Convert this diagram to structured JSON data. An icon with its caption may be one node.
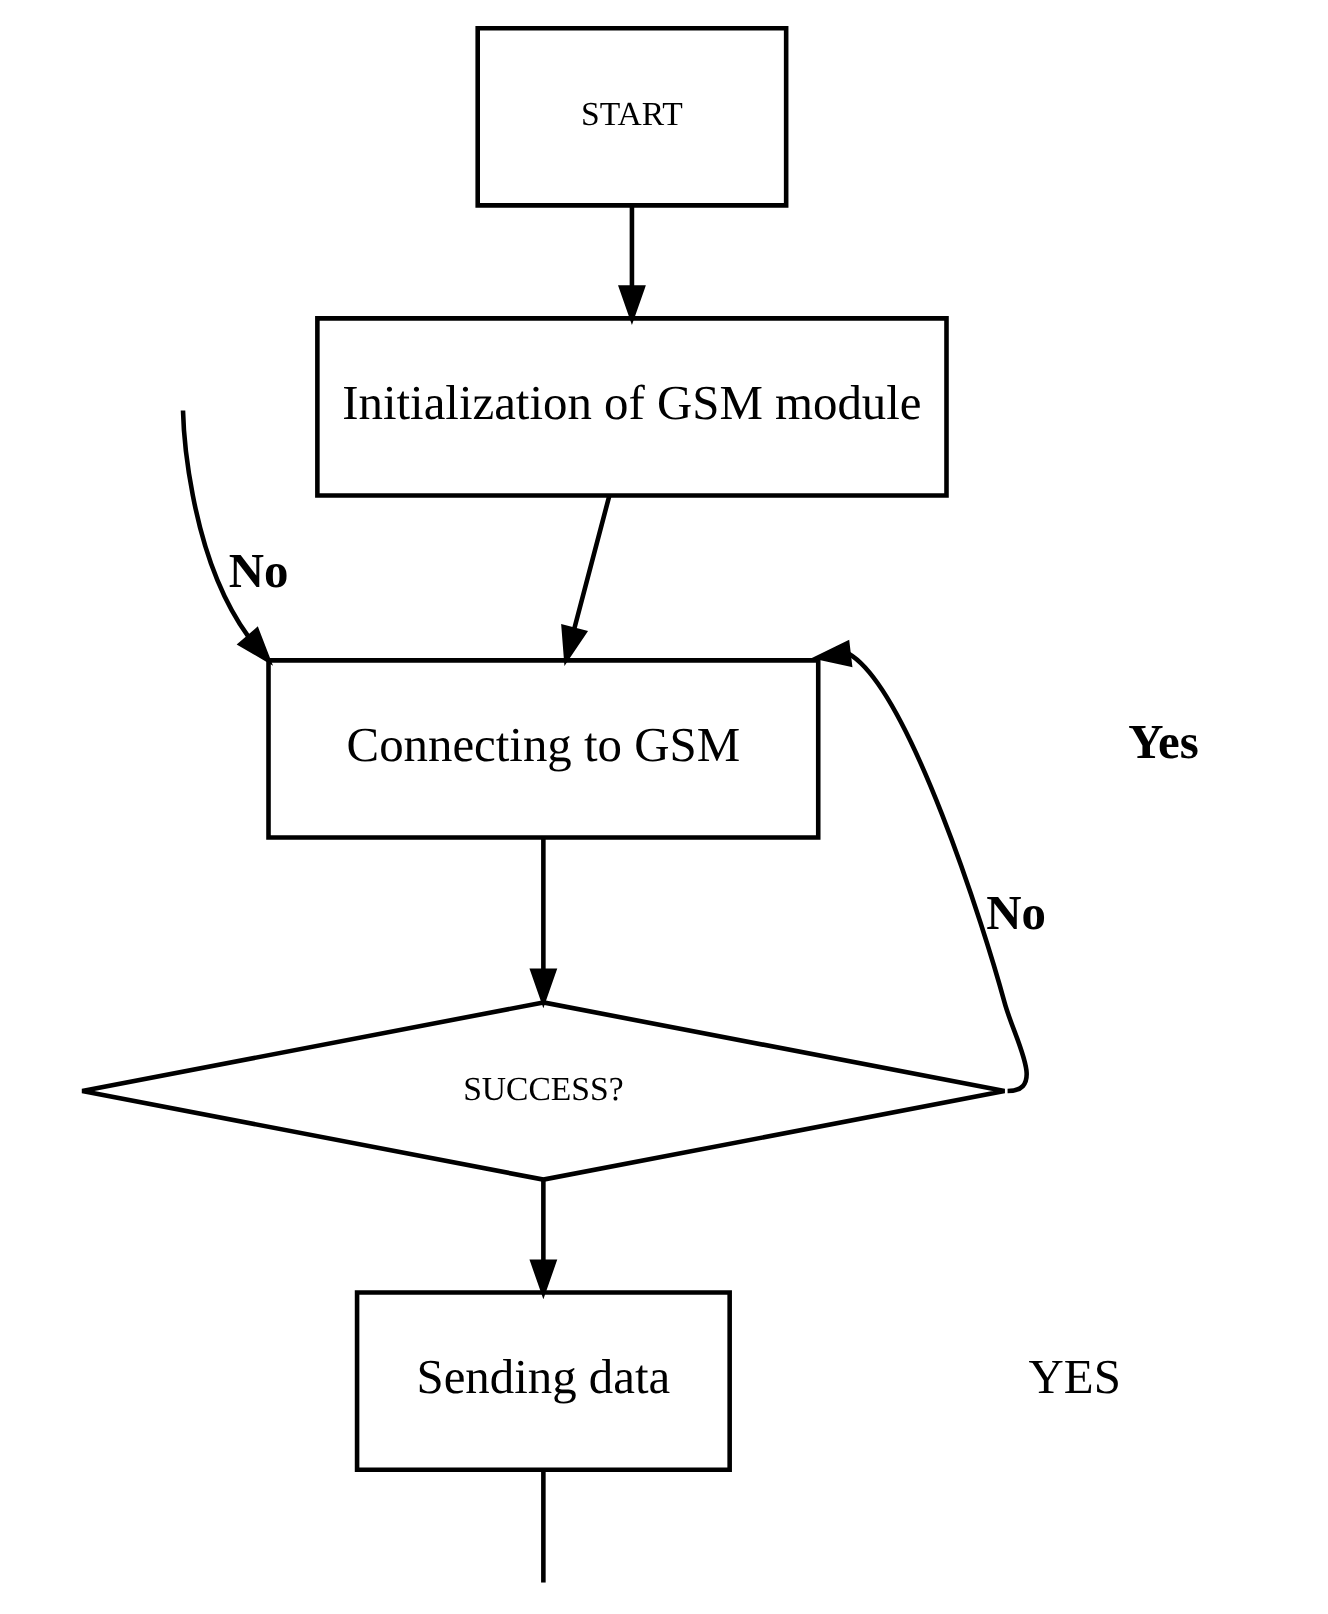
{
  "diagram": {
    "nodes": [
      {
        "text": [
          "START"
        ]
      },
      {
        "text": [
          "Initialization of GSM module"
        ]
      },
      {
        "text": [
          "Connecting to GSM"
        ]
      },
      {
        "text": [
          "SUCCESS?"
        ]
      },
      {
        "text": [
          "Sending data"
        ]
      }
    ],
    "edges": [
      {
        "from": 0,
        "to": 1,
        "arrow": "to"
      },
      {
        "from": 1,
        "to": 2,
        "arrow": "to"
      },
      {
        "from": 2,
        "to": 3,
        "arrow": "to"
      },
      {
        "from": 3,
        "to": 2,
        "arrow": "to",
        "label": "No"
      },
      {
        "from": 3,
        "to": 4,
        "arrow": "to"
      },
      {
        "from": null,
        "to": 2,
        "arrow": "to",
        "label": "No"
      },
      {
        "from": 4,
        "to": null,
        "arrow": "none"
      }
    ],
    "labels": [
      "Yes",
      "YES"
    ]
  }
}
